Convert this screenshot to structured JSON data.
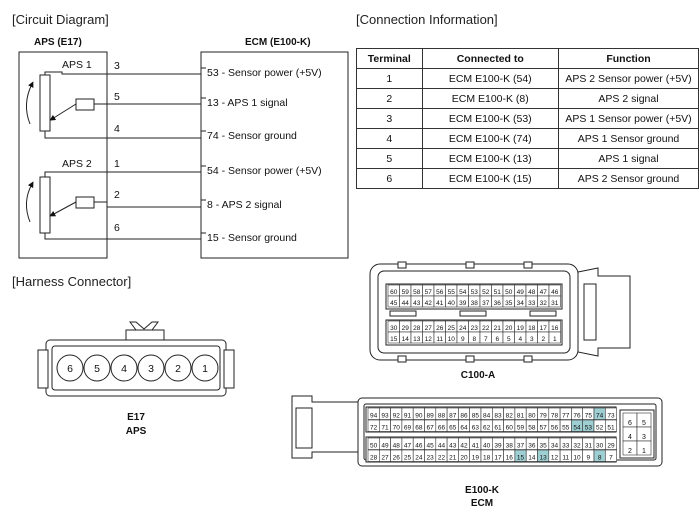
{
  "sections": {
    "circuit": "[Circuit Diagram]",
    "connection": "[Connection Information]",
    "harness": "[Harness Connector]"
  },
  "circuit": {
    "aps_title": "APS (E17)",
    "ecm_title": "ECM (E100-K)",
    "aps1_label": "APS 1",
    "aps2_label": "APS 2",
    "aps_pins": [
      "3",
      "5",
      "4",
      "1",
      "2",
      "6"
    ],
    "ecm_lines": [
      "53 - Sensor power (+5V)",
      "13 - APS 1 signal",
      "74 - Sensor ground",
      "54 - Sensor power (+5V)",
      "8 - APS 2 signal",
      "15 - Sensor ground"
    ]
  },
  "table": {
    "headers": [
      "Terminal",
      "Connected to",
      "Function"
    ],
    "rows": [
      [
        "1",
        "ECM E100-K (54)",
        "APS 2 Sensor power (+5V)"
      ],
      [
        "2",
        "ECM E100-K (8)",
        "APS 2 signal"
      ],
      [
        "3",
        "ECM E100-K (53)",
        "APS 1 Sensor power (+5V)"
      ],
      [
        "4",
        "ECM E100-K (74)",
        "APS 1 Sensor ground"
      ],
      [
        "5",
        "ECM E100-K (13)",
        "APS 1 signal"
      ],
      [
        "6",
        "ECM E100-K (15)",
        "APS 2 Sensor ground"
      ]
    ]
  },
  "connectors": {
    "e17_pins": [
      "6",
      "5",
      "4",
      "3",
      "2",
      "1"
    ],
    "e17_caption1": "E17",
    "e17_caption2": "APS",
    "c100a_caption": "C100-A",
    "c100a_rows": [
      [
        "60",
        "59",
        "58",
        "57",
        "56",
        "55",
        "54",
        "53",
        "52",
        "51",
        "50",
        "49",
        "48",
        "47",
        "46"
      ],
      [
        "45",
        "44",
        "43",
        "42",
        "41",
        "40",
        "39",
        "38",
        "37",
        "36",
        "35",
        "34",
        "33",
        "32",
        "31"
      ],
      [
        "30",
        "29",
        "28",
        "27",
        "26",
        "25",
        "24",
        "23",
        "22",
        "21",
        "20",
        "19",
        "18",
        "17",
        "16"
      ],
      [
        "15",
        "14",
        "13",
        "12",
        "11",
        "10",
        "9",
        "8",
        "7",
        "6",
        "5",
        "4",
        "3",
        "2",
        "1"
      ]
    ],
    "e100k_caption1": "E100-K",
    "e100k_caption2": "ECM",
    "e100k_rows": [
      [
        "94",
        "93",
        "92",
        "91",
        "90",
        "89",
        "88",
        "87",
        "86",
        "85",
        "84",
        "83",
        "82",
        "81",
        "80",
        "79",
        "78",
        "77",
        "76",
        "75",
        "74",
        "73"
      ],
      [
        "72",
        "71",
        "70",
        "69",
        "68",
        "67",
        "66",
        "65",
        "64",
        "63",
        "62",
        "61",
        "60",
        "59",
        "58",
        "57",
        "56",
        "55",
        "54",
        "53",
        "52",
        "51"
      ],
      [
        "50",
        "49",
        "48",
        "47",
        "46",
        "45",
        "44",
        "43",
        "42",
        "41",
        "40",
        "39",
        "38",
        "37",
        "36",
        "35",
        "34",
        "33",
        "32",
        "31",
        "30",
        "29"
      ],
      [
        "28",
        "27",
        "26",
        "25",
        "24",
        "23",
        "22",
        "21",
        "20",
        "19",
        "18",
        "17",
        "16",
        "15",
        "14",
        "13",
        "12",
        "11",
        "10",
        "9",
        "8",
        "7"
      ]
    ],
    "e100k_small": [
      [
        "6",
        "5"
      ],
      [
        "4",
        "3"
      ],
      [
        "2",
        "1"
      ]
    ],
    "highlight_pins": [
      "74",
      "54",
      "53",
      "15",
      "13",
      "8"
    ],
    "highlight_color": "#9ecfd3"
  }
}
